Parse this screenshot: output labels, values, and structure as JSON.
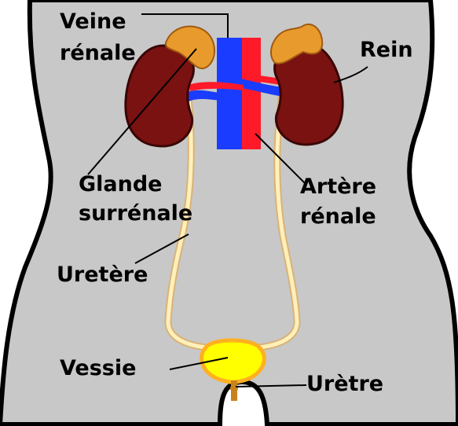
{
  "labels": {
    "veine_renale": [
      "Veine",
      "rénale"
    ],
    "rein": "Rein",
    "glande_surrenale": [
      "Glande",
      "surrénale"
    ],
    "artere_renale": [
      "Artère",
      "rénale"
    ],
    "uretere": "Uretère",
    "vessie": "Vessie",
    "uretre": "Urètre"
  },
  "colors": {
    "body": "#c8c8c8",
    "kidney": "#7a1212",
    "adrenal_gland": "#e89a2c",
    "vein": "#1a3cff",
    "artery": "#ff1a2a",
    "ureter": "#fff0b8",
    "bladder": "#ffff00"
  }
}
